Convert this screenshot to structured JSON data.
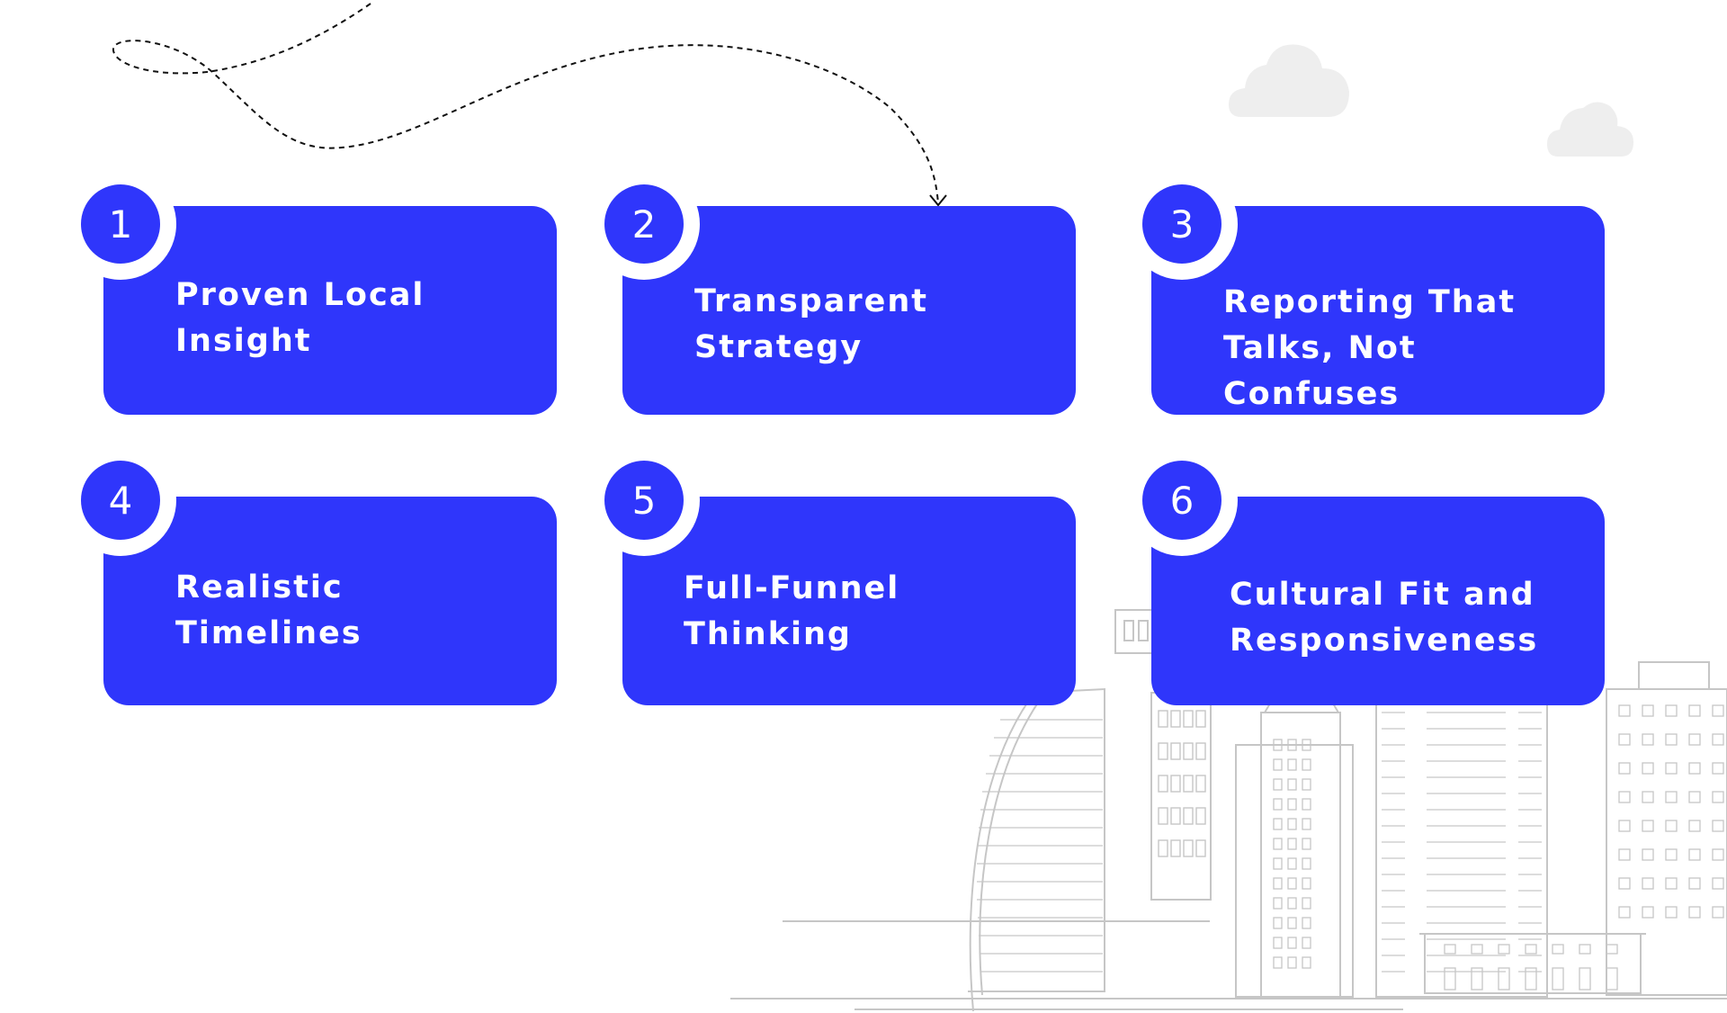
{
  "colors": {
    "card_blue": "#2f36fb",
    "line_gray": "#c6c6c6",
    "cloud_gray": "#eeeeee",
    "dash_black": "#111111"
  },
  "icons": [
    "cloud-icon",
    "dashed-flight-path-icon",
    "city-skyline-illustration"
  ],
  "cards": [
    {
      "number": "1",
      "label": "Proven Local\nInsight"
    },
    {
      "number": "2",
      "label": "Transparent\nStrategy"
    },
    {
      "number": "3",
      "label": "Reporting That\nTalks, Not Confuses"
    },
    {
      "number": "4",
      "label": "Realistic\nTimelines"
    },
    {
      "number": "5",
      "label": "Full-Funnel\nThinking"
    },
    {
      "number": "6",
      "label": "Cultural Fit and\nResponsiveness"
    }
  ]
}
